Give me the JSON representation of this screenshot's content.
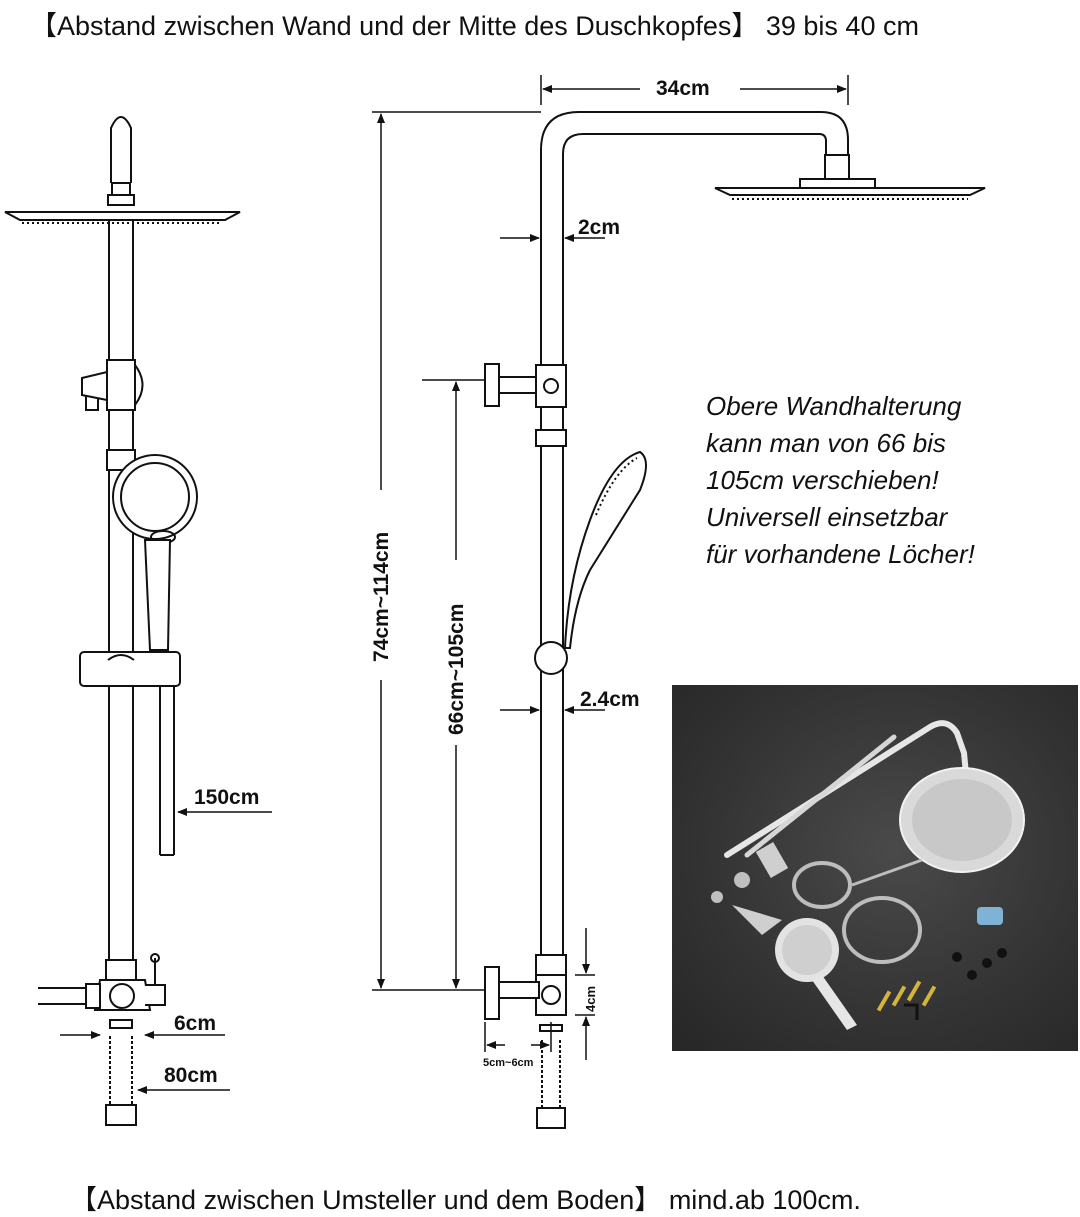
{
  "captions": {
    "top_label": "【Abstand zwischen Wand und der Mitte des Duschkopfes】",
    "top_value": "39 bis 40 cm",
    "bottom_label": "【Abstand zwischen Umsteller und dem Boden】",
    "bottom_value": "mind.ab 100cm."
  },
  "dimensions": {
    "arm_length": "34cm",
    "pipe_diameter": "2cm",
    "lower_pipe_diameter": "2.4cm",
    "total_height": "74cm~114cm",
    "bracket_range": "66cm~105cm",
    "hose_length": "150cm",
    "diverter_width": "6cm",
    "inlet_hose_length": "80cm",
    "diverter_height": "4cm",
    "wall_offset": "5cm~6cm"
  },
  "note": {
    "lines": [
      "Obere Wandhalterung",
      "kann man von 66 bis",
      "105cm verschieben!",
      "Universell einsetzbar",
      "für vorhandene Löcher!"
    ]
  },
  "colors": {
    "line": "#111111",
    "photo_background": "#333333",
    "chrome": "#d9d9d9"
  }
}
